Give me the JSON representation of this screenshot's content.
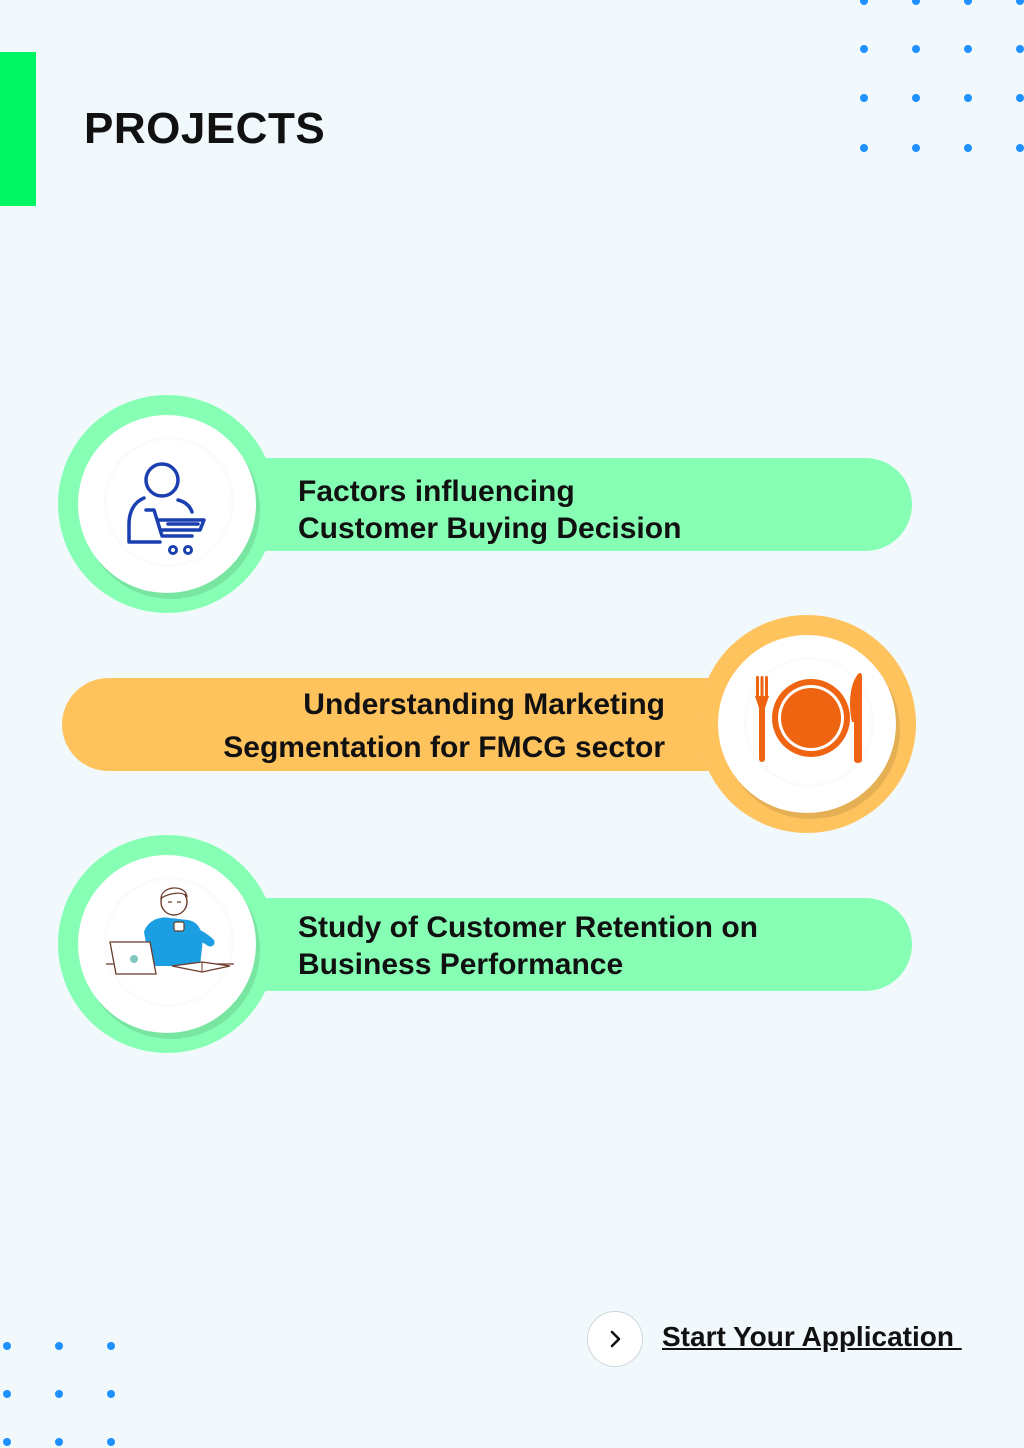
{
  "header": {
    "title": "PROJECTS",
    "accent_color": "#00f763"
  },
  "projects": [
    {
      "lines": [
        "Factors influencing",
        "Customer Buying Decision"
      ],
      "icon": "customer-cart-icon",
      "color": "#86ffb4"
    },
    {
      "lines": [
        "Understanding Marketing",
        "Segmentation for FMCG sector"
      ],
      "icon": "plate-fork-knife-icon",
      "color": "#ffc35e"
    },
    {
      "lines": [
        "Study of Customer Retention on",
        "Business Performance"
      ],
      "icon": "person-laptop-illustration",
      "color": "#86ffb4"
    }
  ],
  "cta": {
    "label": "Start Your Application ",
    "icon": "chevron-right-icon"
  },
  "colors": {
    "background": "#f1f9fd",
    "dots": "#1e90ff",
    "icon_blue": "#1a3fb0",
    "icon_orange": "#ee6410"
  }
}
